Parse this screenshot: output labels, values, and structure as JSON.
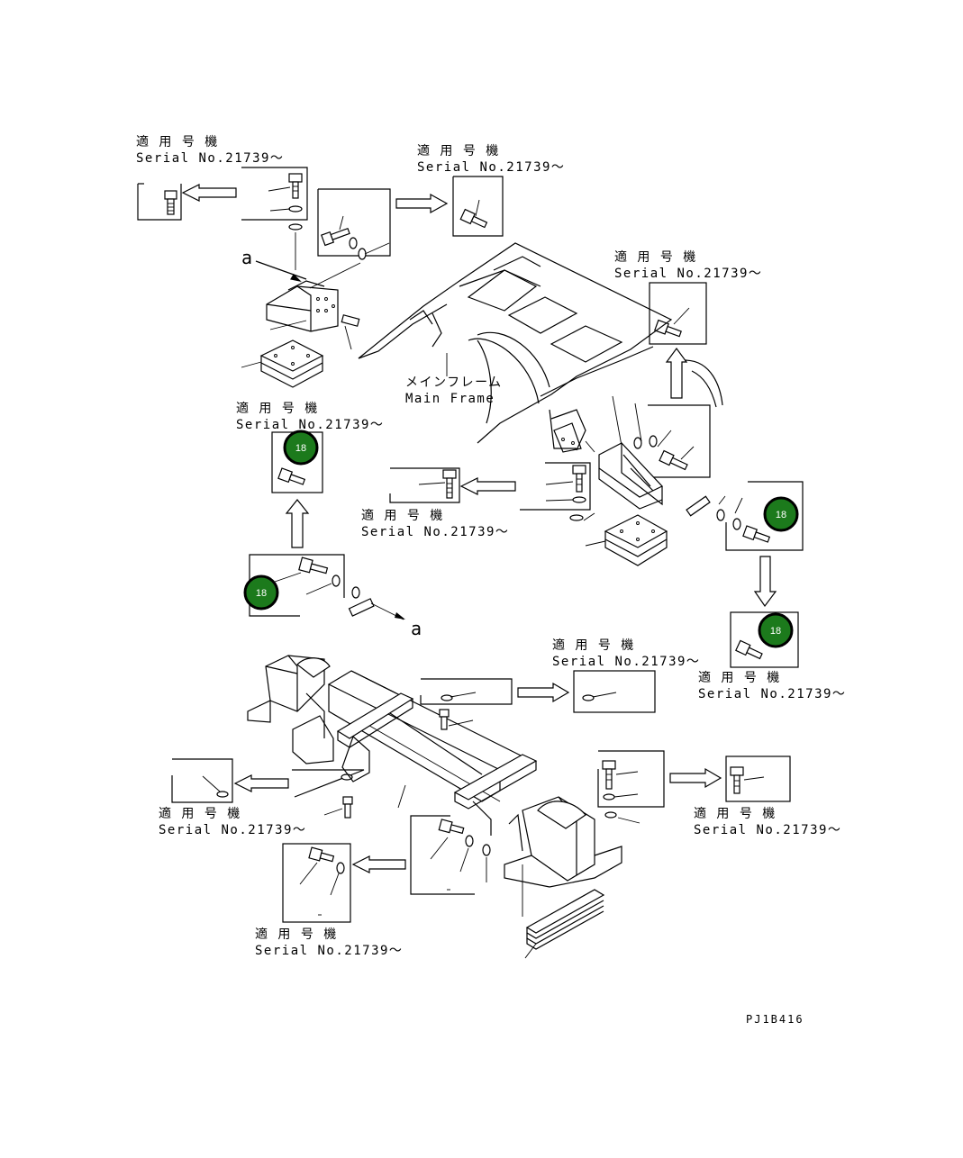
{
  "labels": {
    "applicable_jp": "適 用 号 機",
    "serial": "Serial No.21739～",
    "main_frame_jp": "メインフレーム",
    "main_frame_en": "Main Frame",
    "ref_a": "a",
    "drawing_code": "PJ1B416"
  },
  "callouts": [
    "18",
    "18",
    "18",
    "18"
  ],
  "colors": {
    "callout_fill": "#1c7a1c",
    "callout_border": "#000000",
    "line": "#000000",
    "background": "#ffffff"
  }
}
